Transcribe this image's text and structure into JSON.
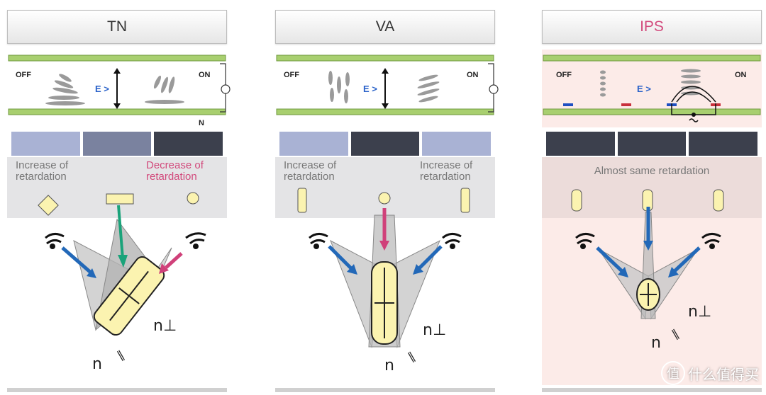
{
  "panels": [
    {
      "title": "TN",
      "title_color": "#333333",
      "off_label": "OFF",
      "on_label": "ON",
      "field_label": "E >",
      "n_label": "N",
      "strip_colors": [
        "#a9b2d4",
        "#7a829f",
        "#3c404d"
      ],
      "left_label": "Increase of retardation",
      "right_label": "Decrease of retardation"
    },
    {
      "title": "VA",
      "title_color": "#333333",
      "off_label": "OFF",
      "on_label": "ON",
      "field_label": "E >",
      "strip_colors": [
        "#a9b2d4",
        "#3c404d",
        "#a9b2d4"
      ],
      "left_label": "Increase of retardation",
      "right_label": "Increase of retardation"
    },
    {
      "title": "IPS",
      "title_color": "#d24a7c",
      "off_label": "OFF",
      "on_label": "ON",
      "field_label": "E >",
      "strip_colors": [
        "#3c404d",
        "#3c404d",
        "#3c404d"
      ],
      "center_label": "Almost same retardation"
    }
  ],
  "labels": {
    "n_perp": "n⊥",
    "n_par": "n",
    "n_par_mark": "∥"
  },
  "colors": {
    "arrow_blue": "#2268b8",
    "arrow_green": "#1aa37a",
    "arrow_pink": "#d0417a",
    "lc_green": "#a8cf6f",
    "ellipsoid_fill": "#fbf3b0"
  },
  "watermark": {
    "icon": "值",
    "text": "什么值得买"
  }
}
